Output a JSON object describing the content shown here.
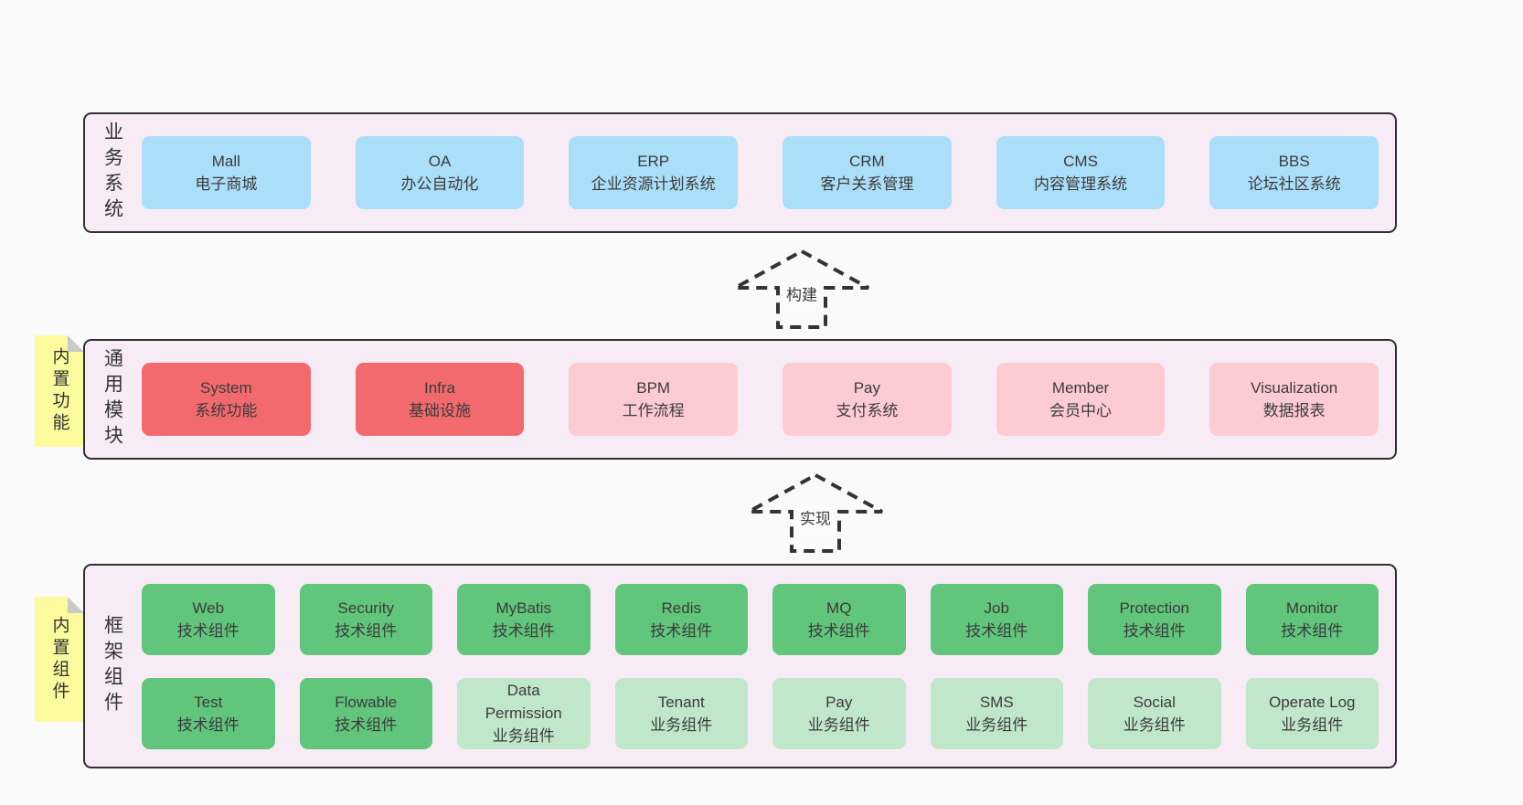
{
  "colors": {
    "page_bg": "#fafafa",
    "section_bg": "#f7ecf5",
    "section_border": "#303030",
    "business_box": "#abdef8",
    "core_module_box": "#f26a6e",
    "optional_module_box": "#fdccd3",
    "tech_component_box": "#61c57c",
    "biz_component_box": "#c1e7ca",
    "sticky_note": "#fbfa9c",
    "sticky_fold": "#c9c9c9",
    "text": "#3b3b3b"
  },
  "sections": {
    "business": {
      "label": "业务系统",
      "boxes": [
        {
          "name": "Mall",
          "desc": "电子商城"
        },
        {
          "name": "OA",
          "desc": "办公自动化"
        },
        {
          "name": "ERP",
          "desc": "企业资源计划系统"
        },
        {
          "name": "CRM",
          "desc": "客户关系管理"
        },
        {
          "name": "CMS",
          "desc": "内容管理系统"
        },
        {
          "name": "BBS",
          "desc": "论坛社区系统"
        }
      ]
    },
    "modules": {
      "label": "通用模块",
      "sticky": "内置功能",
      "boxes": [
        {
          "name": "System",
          "desc": "系统功能"
        },
        {
          "name": "Infra",
          "desc": "基础设施"
        },
        {
          "name": "BPM",
          "desc": "工作流程"
        },
        {
          "name": "Pay",
          "desc": "支付系统"
        },
        {
          "name": "Member",
          "desc": "会员中心"
        },
        {
          "name": "Visualization",
          "desc": "数据报表"
        }
      ]
    },
    "components": {
      "label": "框架组件",
      "sticky": "内置组件",
      "row1": [
        {
          "name": "Web",
          "desc": "技术组件"
        },
        {
          "name": "Security",
          "desc": "技术组件"
        },
        {
          "name": "MyBatis",
          "desc": "技术组件"
        },
        {
          "name": "Redis",
          "desc": "技术组件"
        },
        {
          "name": "MQ",
          "desc": "技术组件"
        },
        {
          "name": "Job",
          "desc": "技术组件"
        },
        {
          "name": "Protection",
          "desc": "技术组件"
        },
        {
          "name": "Monitor",
          "desc": "技术组件"
        }
      ],
      "row2": [
        {
          "name": "Test",
          "desc": "技术组件"
        },
        {
          "name": "Flowable",
          "desc": "技术组件"
        },
        {
          "name": "Data Permission",
          "desc": "业务组件"
        },
        {
          "name": "Tenant",
          "desc": "业务组件"
        },
        {
          "name": "Pay",
          "desc": "业务组件"
        },
        {
          "name": "SMS",
          "desc": "业务组件"
        },
        {
          "name": "Social",
          "desc": "业务组件"
        },
        {
          "name": "Operate Log",
          "desc": "业务组件"
        }
      ]
    }
  },
  "arrows": {
    "build": {
      "label": "构建"
    },
    "implement": {
      "label": "实现"
    }
  }
}
